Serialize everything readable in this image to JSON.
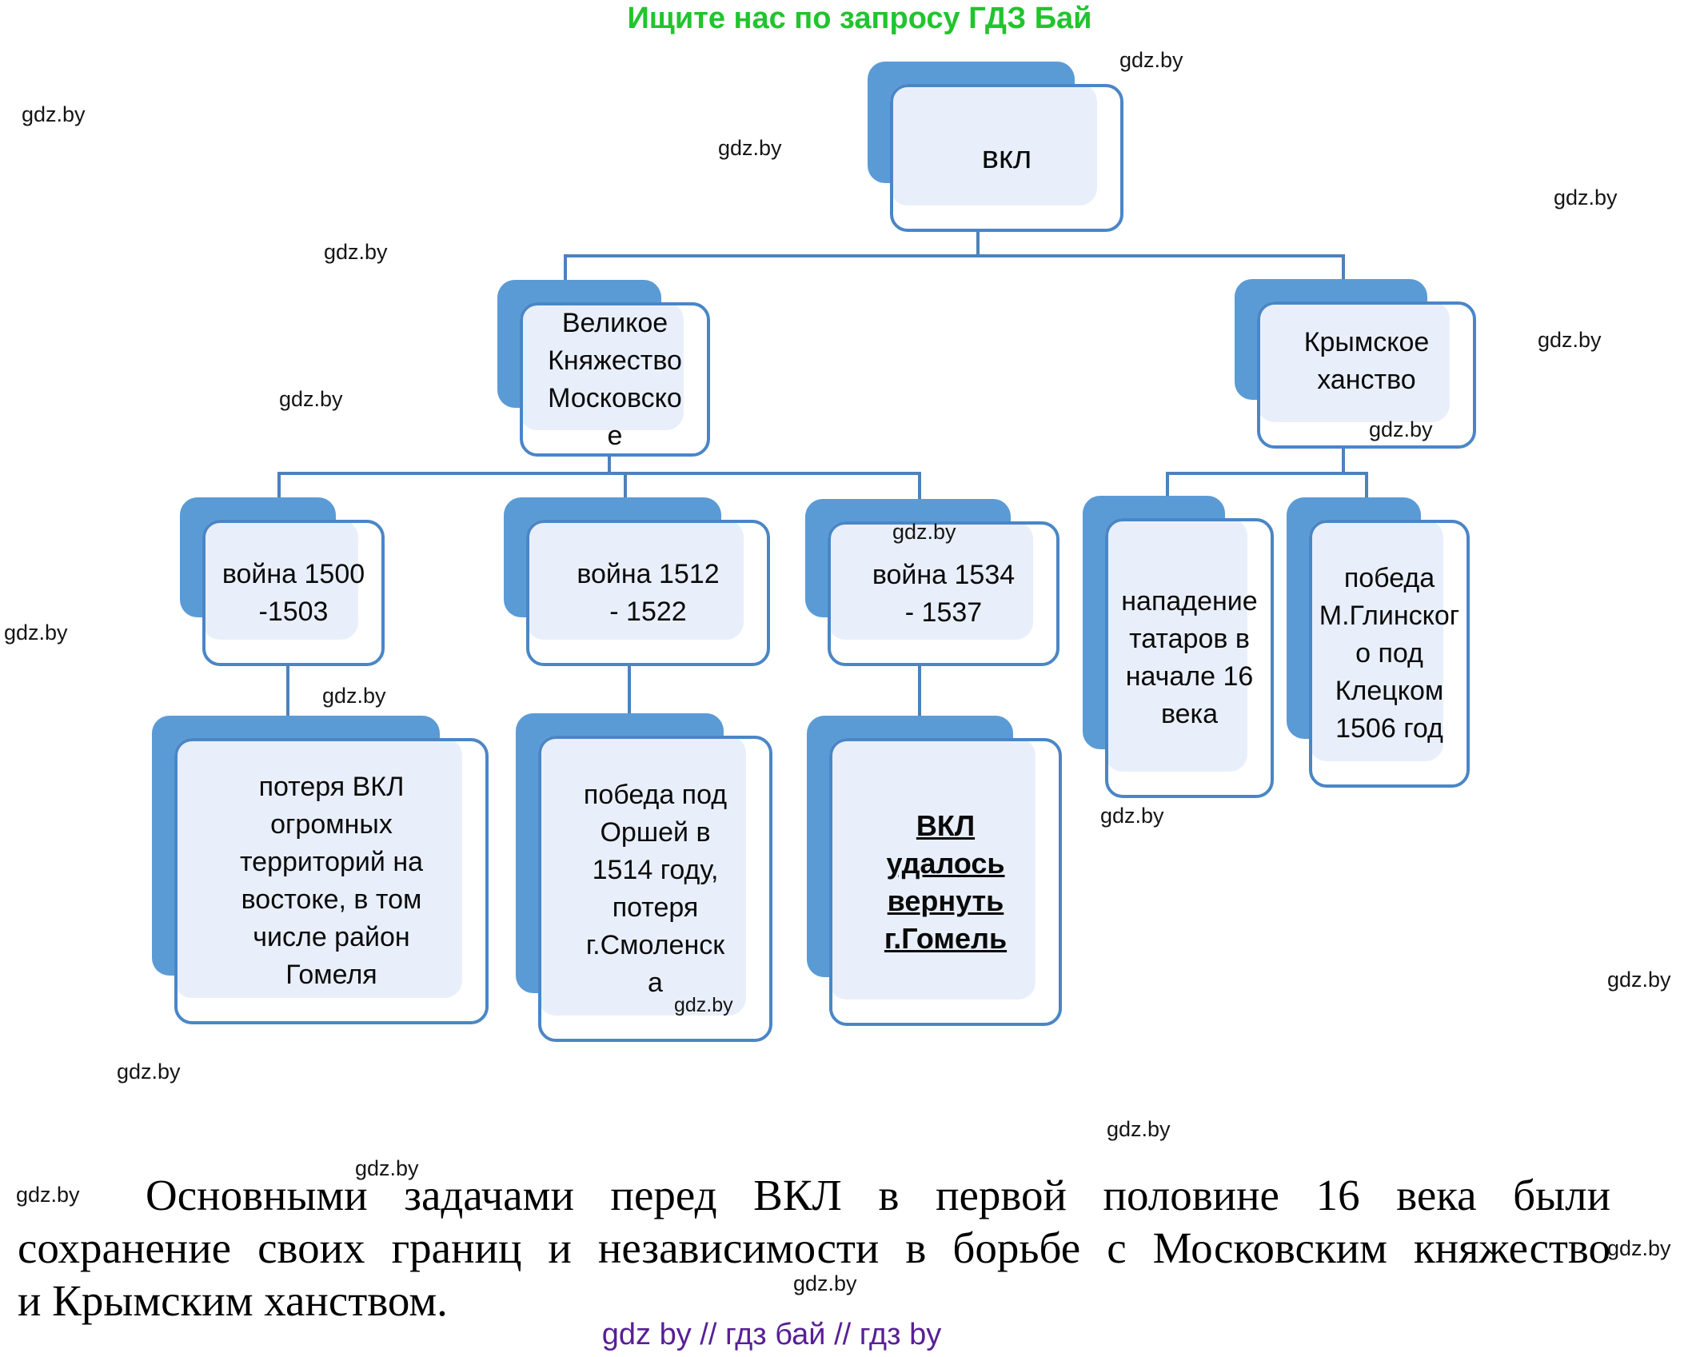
{
  "title": "Ищите нас по запросу ГДЗ Бай",
  "watermark": "gdz.by",
  "colors": {
    "title_green": "#21c42d",
    "shape_shadow_blue": "#5b9bd5",
    "shape_fill_light": "#e9effa",
    "shape_border_blue": "#4a86c6",
    "connector_blue": "#4d82ba",
    "footer_purple": "#581f96",
    "text_black": "#0a0a0a"
  },
  "nodes": {
    "root": {
      "text": "вкл"
    },
    "velikoe": {
      "text": "Великое\nКняжество\nМосковско\nе"
    },
    "krymskoe": {
      "text": "Крымское\nханство"
    },
    "war1": {
      "text": "война 1500\n-1503"
    },
    "war2": {
      "text": "война 1512\n- 1522"
    },
    "war3": {
      "text": "война 1534\n- 1537"
    },
    "detail1": {
      "text": "потеря ВКЛ\nогромных\nтерриторий на\nвостоке, в том\nчисле район\nГомеля"
    },
    "detail2": {
      "text": "победа под\nОршей в\n1514 году,\nпотеря\nг.Смоленск\nа"
    },
    "detail3": {
      "text": "ВКЛ\nудалось\nвернуть\nг.Гомель"
    },
    "napadenie": {
      "text": "нападение\nтатаров в\nначале 16\nвека"
    },
    "pobeda_glinskogo": {
      "text": "победа\nМ.Глинског\nо под\nКлецком\n1506 год"
    }
  },
  "paragraph": {
    "line1": "Основными задачами перед ВКЛ в первой половине 16 века были",
    "line2": "сохранение своих границ и независимости в борьбе с Московским княжество",
    "line3": "и Крымским ханством."
  },
  "footer": "gdz by  //  гдз бай  //  гдз by"
}
